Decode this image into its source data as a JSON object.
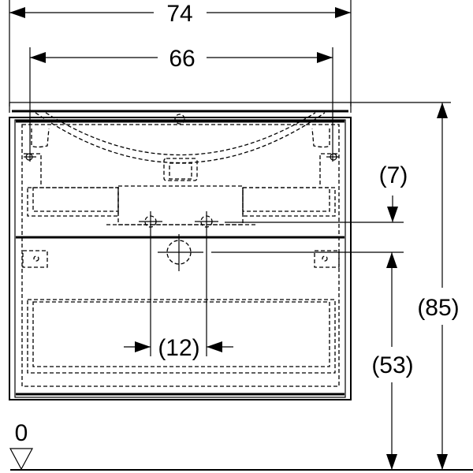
{
  "dimensions": {
    "overall_width": "74",
    "basin_width": "66",
    "overall_height": "(85)",
    "drain_height": "(53)",
    "drain_offset": "(7)",
    "connection_spacing": "(12)",
    "floor_level": "0"
  },
  "colors": {
    "line": "#000000",
    "background": "#ffffff"
  }
}
